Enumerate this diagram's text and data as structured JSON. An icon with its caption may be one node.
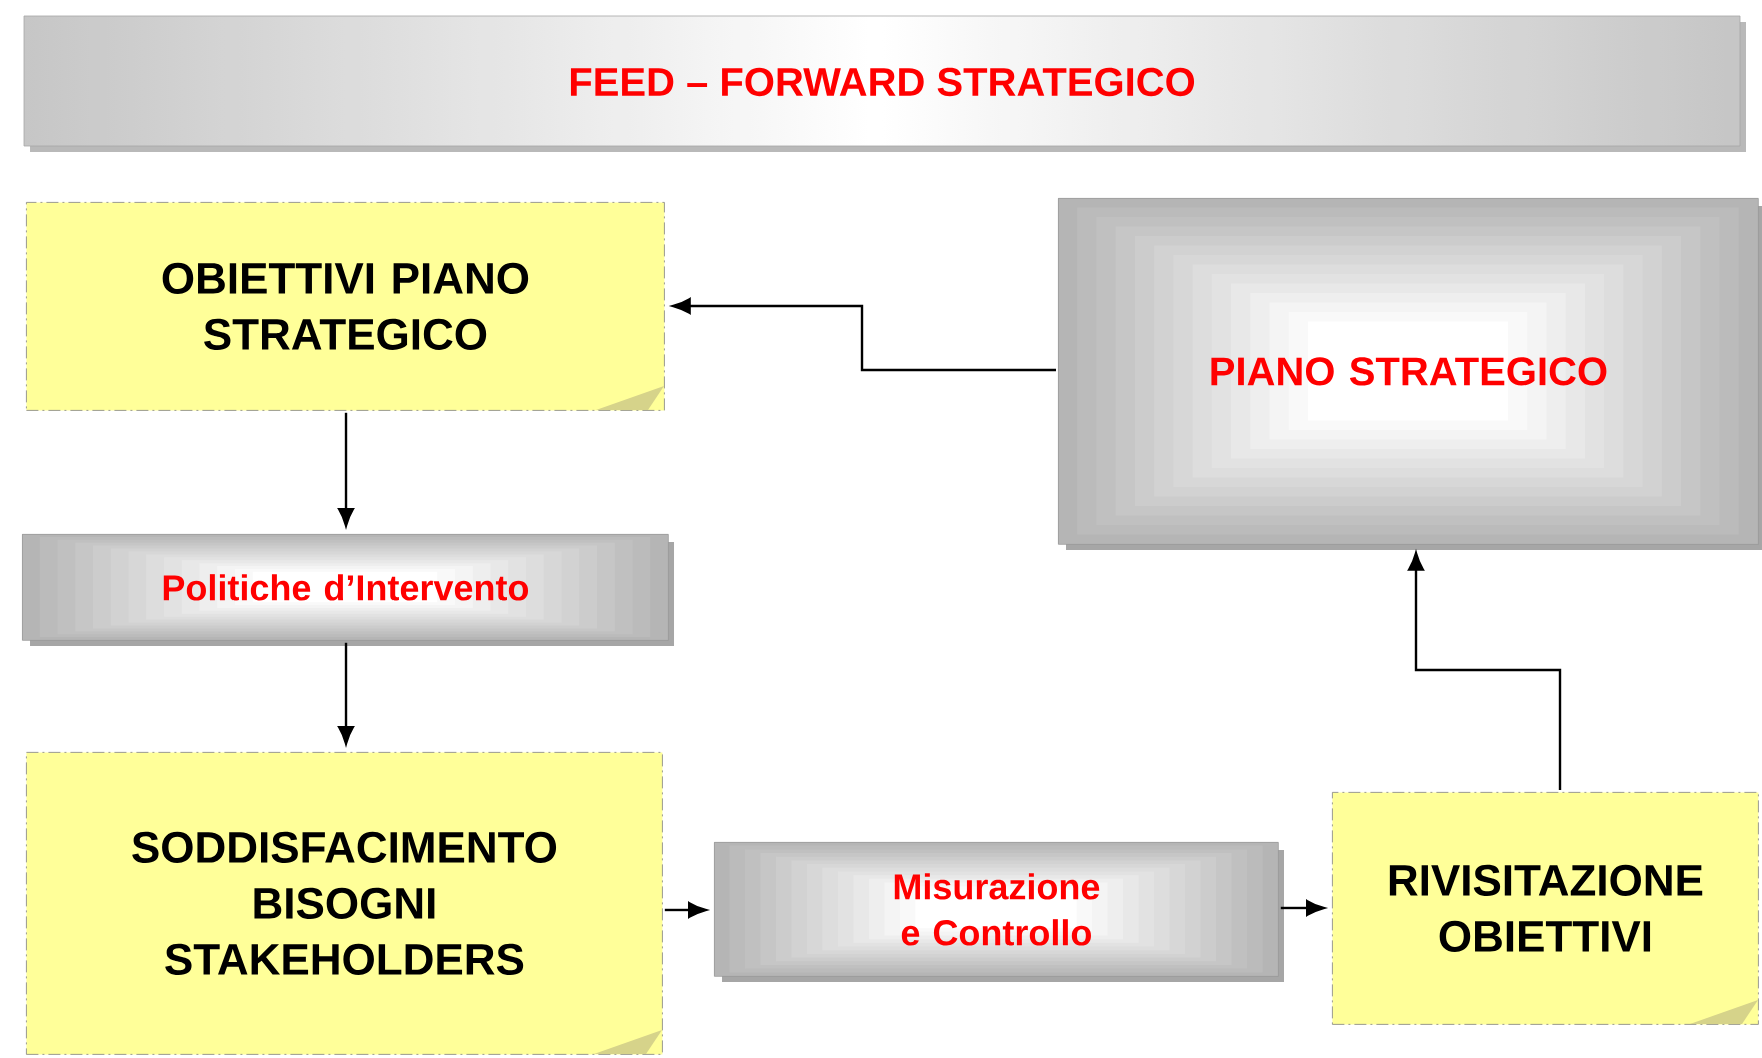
{
  "diagram": {
    "title": "FEED – FORWARD STRATEGICO",
    "nodes": [
      {
        "text": [
          "OBIETTIVI PIANO STRATEGICO"
        ]
      },
      {
        "text": [
          "PIANO STRATEGICO"
        ]
      },
      {
        "text": [
          "Politiche d’Intervento"
        ]
      },
      {
        "text": [
          "SODDISFACIMENTO BISOGNI STAKEHOLDERS"
        ]
      },
      {
        "text": [
          "Misurazione e Controllo"
        ]
      },
      {
        "text": [
          "RIVISITAZIONE OBIETTIVI"
        ]
      }
    ],
    "edges": [
      {
        "from": 1,
        "to": 0,
        "arrow": "to"
      },
      {
        "from": 0,
        "to": 2,
        "arrow": "to"
      },
      {
        "from": 2,
        "to": 3,
        "arrow": "to"
      },
      {
        "from": 3,
        "to": 4,
        "arrow": "to"
      },
      {
        "from": 4,
        "to": 5,
        "arrow": "to"
      },
      {
        "from": 5,
        "to": 1,
        "arrow": "to"
      }
    ]
  }
}
